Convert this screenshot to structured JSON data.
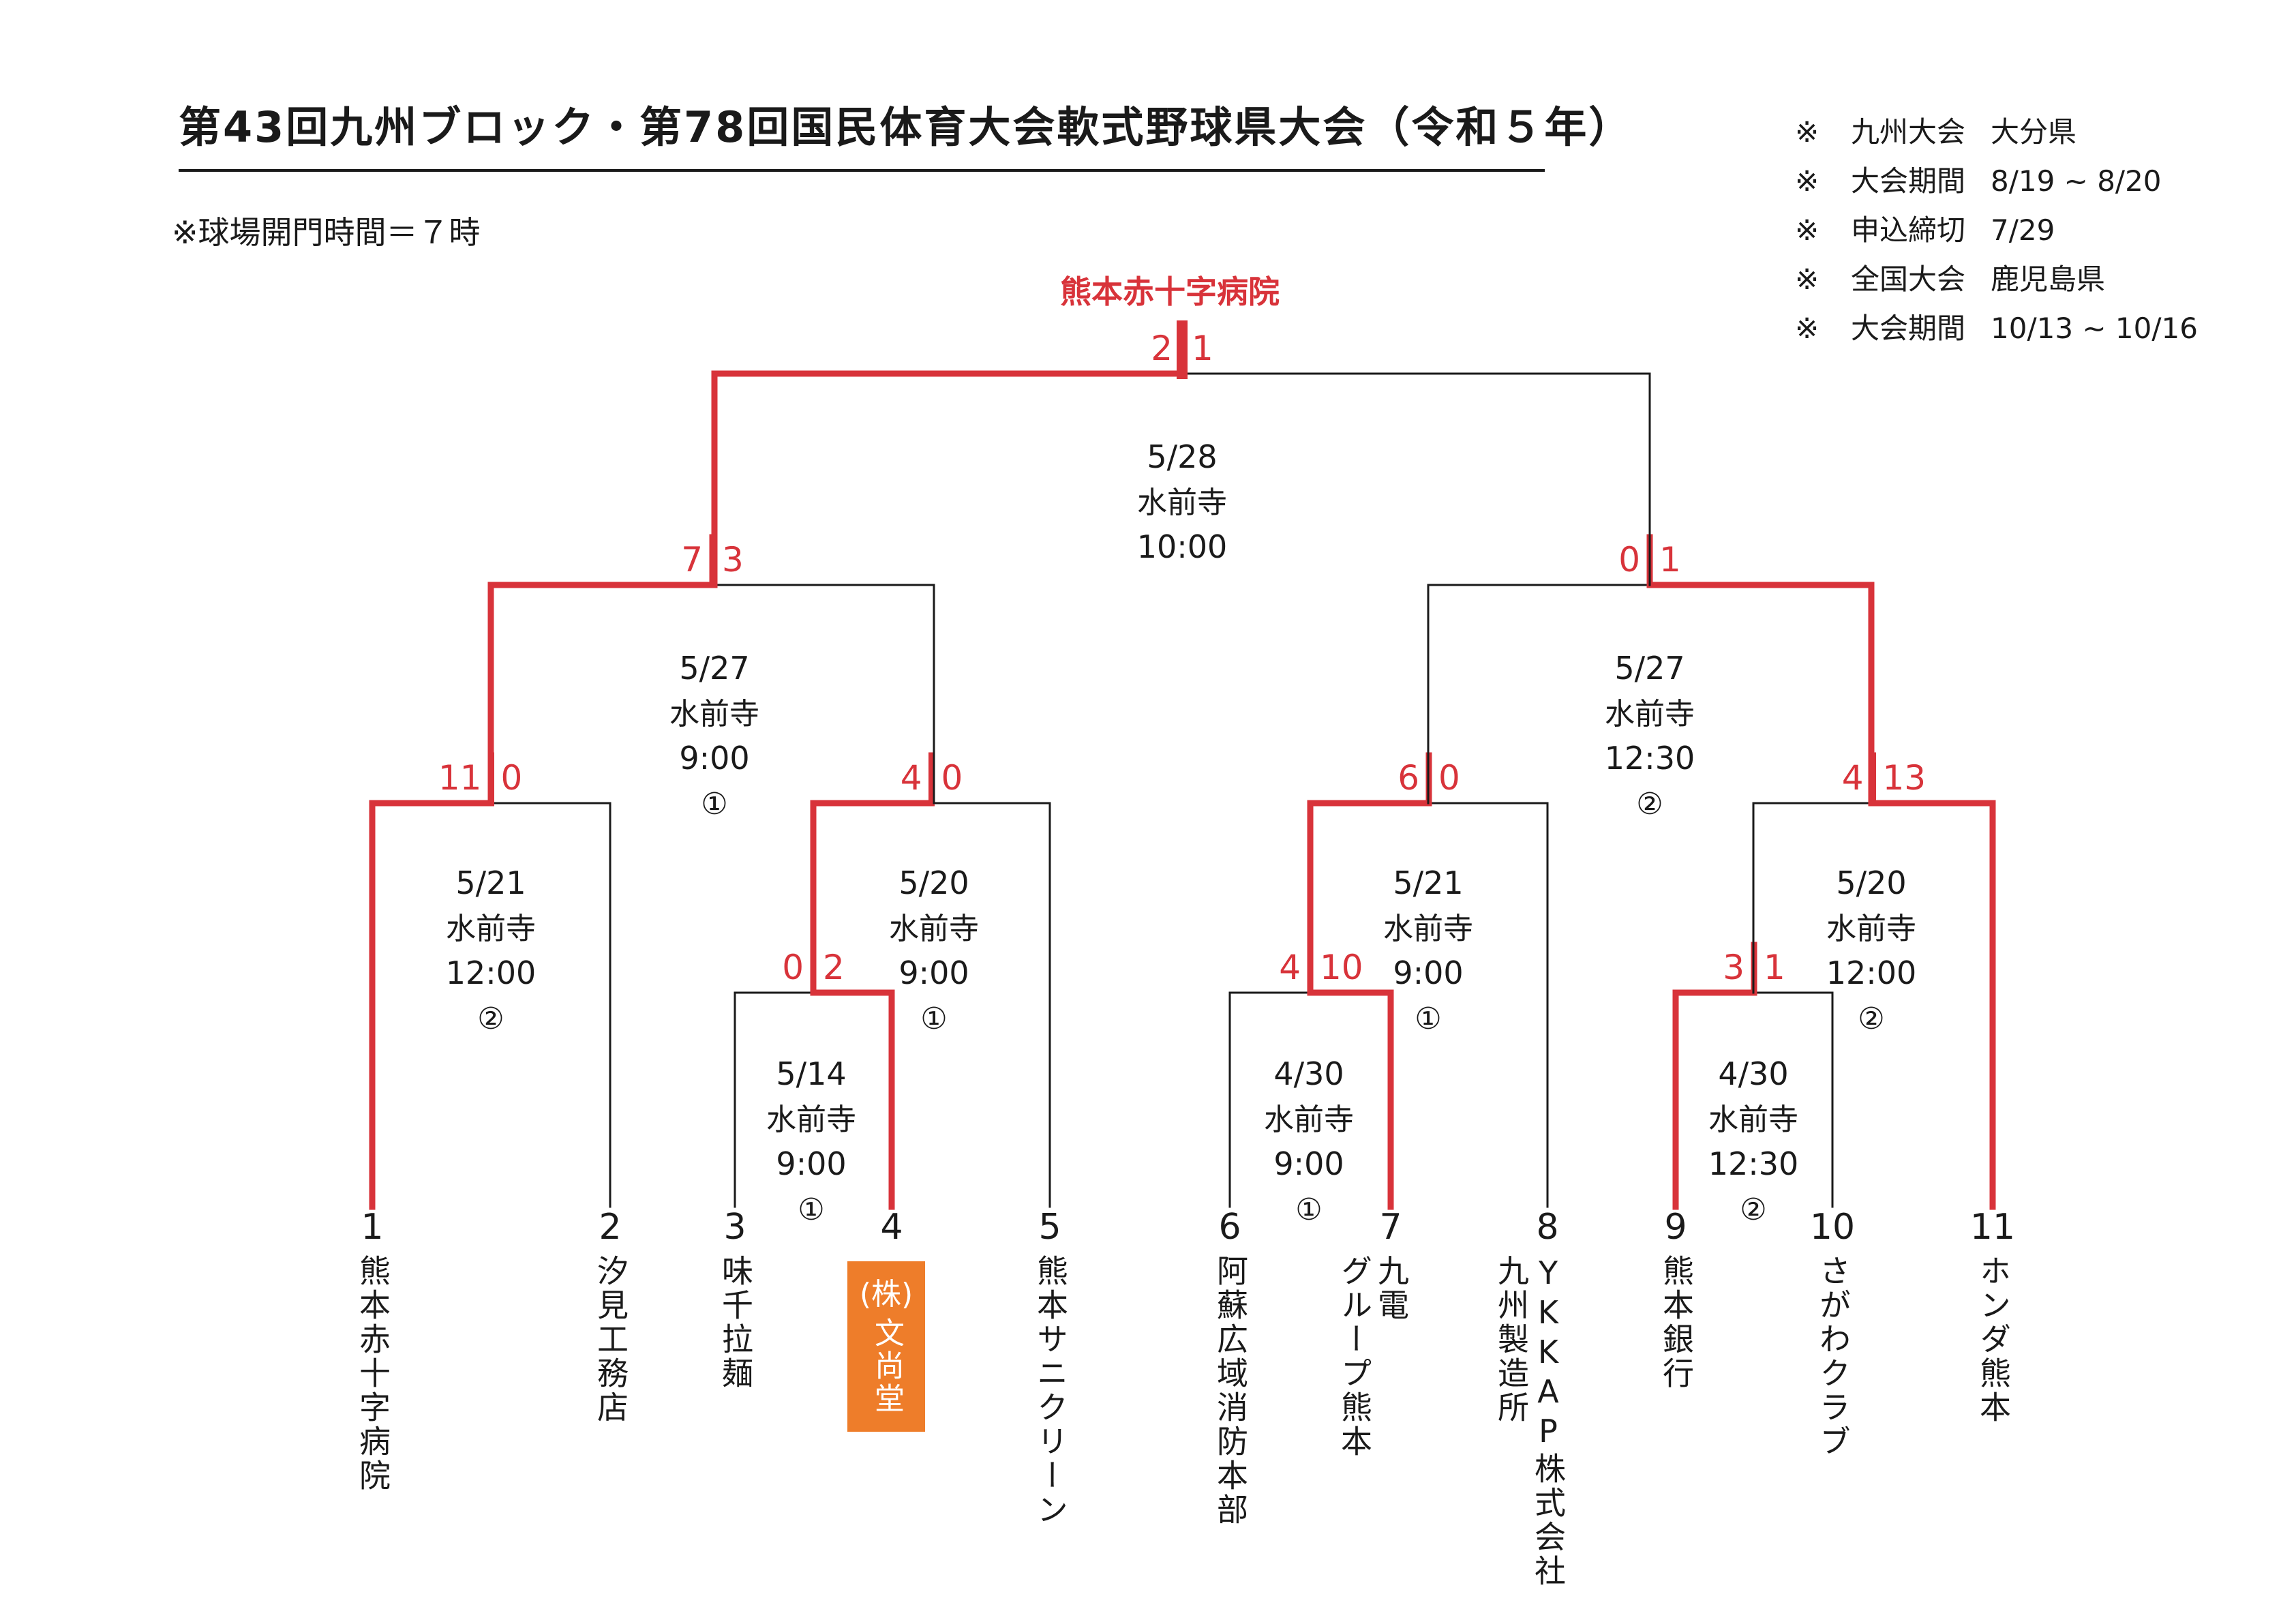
{
  "header": {
    "title": "第43回九州ブロック・第78回国民体育大会軟式野球県大会（令和５年）",
    "gate_note": "※球場開門時間＝７時"
  },
  "notes": [
    {
      "mark": "※",
      "label": "九州大会",
      "value": "大分県"
    },
    {
      "mark": "※",
      "label": "大会期間",
      "value": "8/19 ~ 8/20"
    },
    {
      "mark": "※",
      "label": "申込締切",
      "value": "7/29"
    },
    {
      "mark": "※",
      "label": "全国大会",
      "value": "鹿児島県"
    },
    {
      "mark": "※",
      "label": "大会期間",
      "value": "10/13 ~ 10/16"
    }
  ],
  "champion": "熊本赤十字病院",
  "teams": [
    {
      "no": "1",
      "name": "熊本赤十字病院"
    },
    {
      "no": "2",
      "name": "汐見工務店"
    },
    {
      "no": "3",
      "name": "味千拉麺"
    },
    {
      "no": "4",
      "name": "(株)文尚堂",
      "badge_prefix": "(株)",
      "badge_name": "文尚堂"
    },
    {
      "no": "5",
      "name": "熊本サニクリーン"
    },
    {
      "no": "6",
      "name": "阿蘇広域消防本部"
    },
    {
      "no": "7",
      "name": "グループ熊本",
      "name2": "九電"
    },
    {
      "no": "8",
      "name": "九州製造所",
      "name2": "YKKAP株式会社"
    },
    {
      "no": "9",
      "name": "熊本銀行"
    },
    {
      "no": "10",
      "name": "さがわクラブ"
    },
    {
      "no": "11",
      "name": "ホンダ熊本"
    }
  ],
  "games": [
    {
      "id": "g34",
      "date": "5/14",
      "venue": "水前寺",
      "time": "9:00",
      "field": "①",
      "score_left": "0",
      "score_right": "2"
    },
    {
      "id": "g67",
      "date": "4/30",
      "venue": "水前寺",
      "time": "9:00",
      "field": "①",
      "score_left": "4",
      "score_right": "10"
    },
    {
      "id": "g910",
      "date": "4/30",
      "venue": "水前寺",
      "time": "12:30",
      "field": "②",
      "score_left": "3",
      "score_right": "1"
    },
    {
      "id": "g12",
      "date": "5/21",
      "venue": "水前寺",
      "time": "12:00",
      "field": "②",
      "score_left": "11",
      "score_right": "0"
    },
    {
      "id": "g45",
      "date": "5/20",
      "venue": "水前寺",
      "time": "9:00",
      "field": "①",
      "score_left": "4",
      "score_right": "0"
    },
    {
      "id": "g78",
      "date": "5/21",
      "venue": "水前寺",
      "time": "9:00",
      "field": "①",
      "score_left": "6",
      "score_right": "0"
    },
    {
      "id": "g911",
      "date": "5/20",
      "venue": "水前寺",
      "time": "12:00",
      "field": "②",
      "score_left": "4",
      "score_right": "13"
    },
    {
      "id": "sf1",
      "date": "5/27",
      "venue": "水前寺",
      "time": "9:00",
      "field": "①",
      "score_left": "7",
      "score_right": "3"
    },
    {
      "id": "sf2",
      "date": "5/27",
      "venue": "水前寺",
      "time": "12:30",
      "field": "②",
      "score_left": "0",
      "score_right": "1"
    },
    {
      "id": "final",
      "date": "5/28",
      "venue": "水前寺",
      "time": "10:00",
      "field": "",
      "score_left": "2",
      "score_right": "1"
    }
  ],
  "colors": {
    "winner_line": "#d8333a",
    "loser_line": "#1a1a1a",
    "badge": "#ee7d2a",
    "score": "#d8333a"
  }
}
